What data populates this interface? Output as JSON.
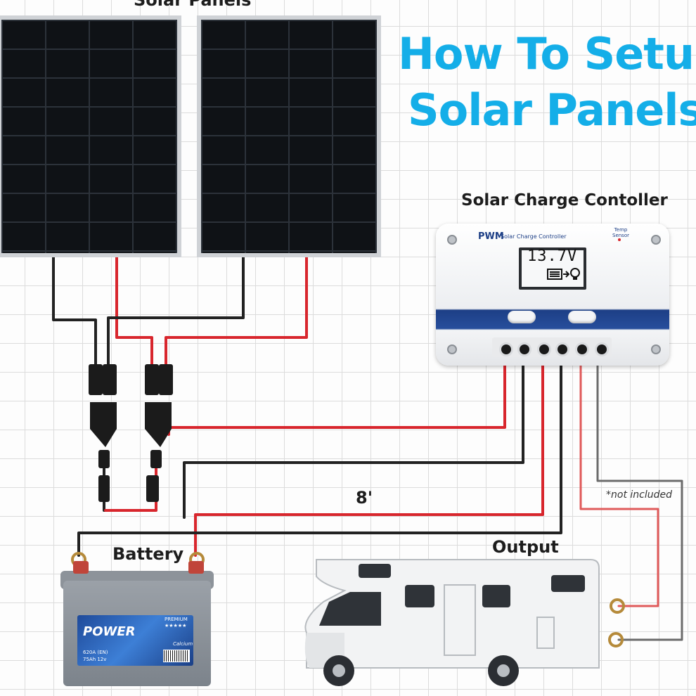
{
  "labels": {
    "solar_panels": "Solar Panels",
    "title_line1": "How To Setup",
    "title_line2": "Solar Panels",
    "charge_controller": "Solar Charge Contoller",
    "distance": "8'",
    "not_included": "*not included",
    "battery": "Battery",
    "output": "Output"
  },
  "controller": {
    "brand": "PWM",
    "model": "Solar Charge Controller",
    "sensor": "Temp Sensor",
    "voltage": "13.7V",
    "icons": [
      "battery-icon",
      "arrow-right-icon",
      "bulb-icon"
    ]
  },
  "battery_label": {
    "brand": "POWER",
    "premium": "PREMIUM",
    "stars": "★★★★★",
    "type": "Calcium",
    "spec1": "620A (EN)",
    "spec2": "75Ah  12v"
  },
  "colors": {
    "title": "#14aee8",
    "positive_wire": "#d8262d",
    "negative_wire": "#222222",
    "controller_band": "#1d3f86",
    "battery_label": "#2c5fb5",
    "grid": "#dcdcdc"
  }
}
